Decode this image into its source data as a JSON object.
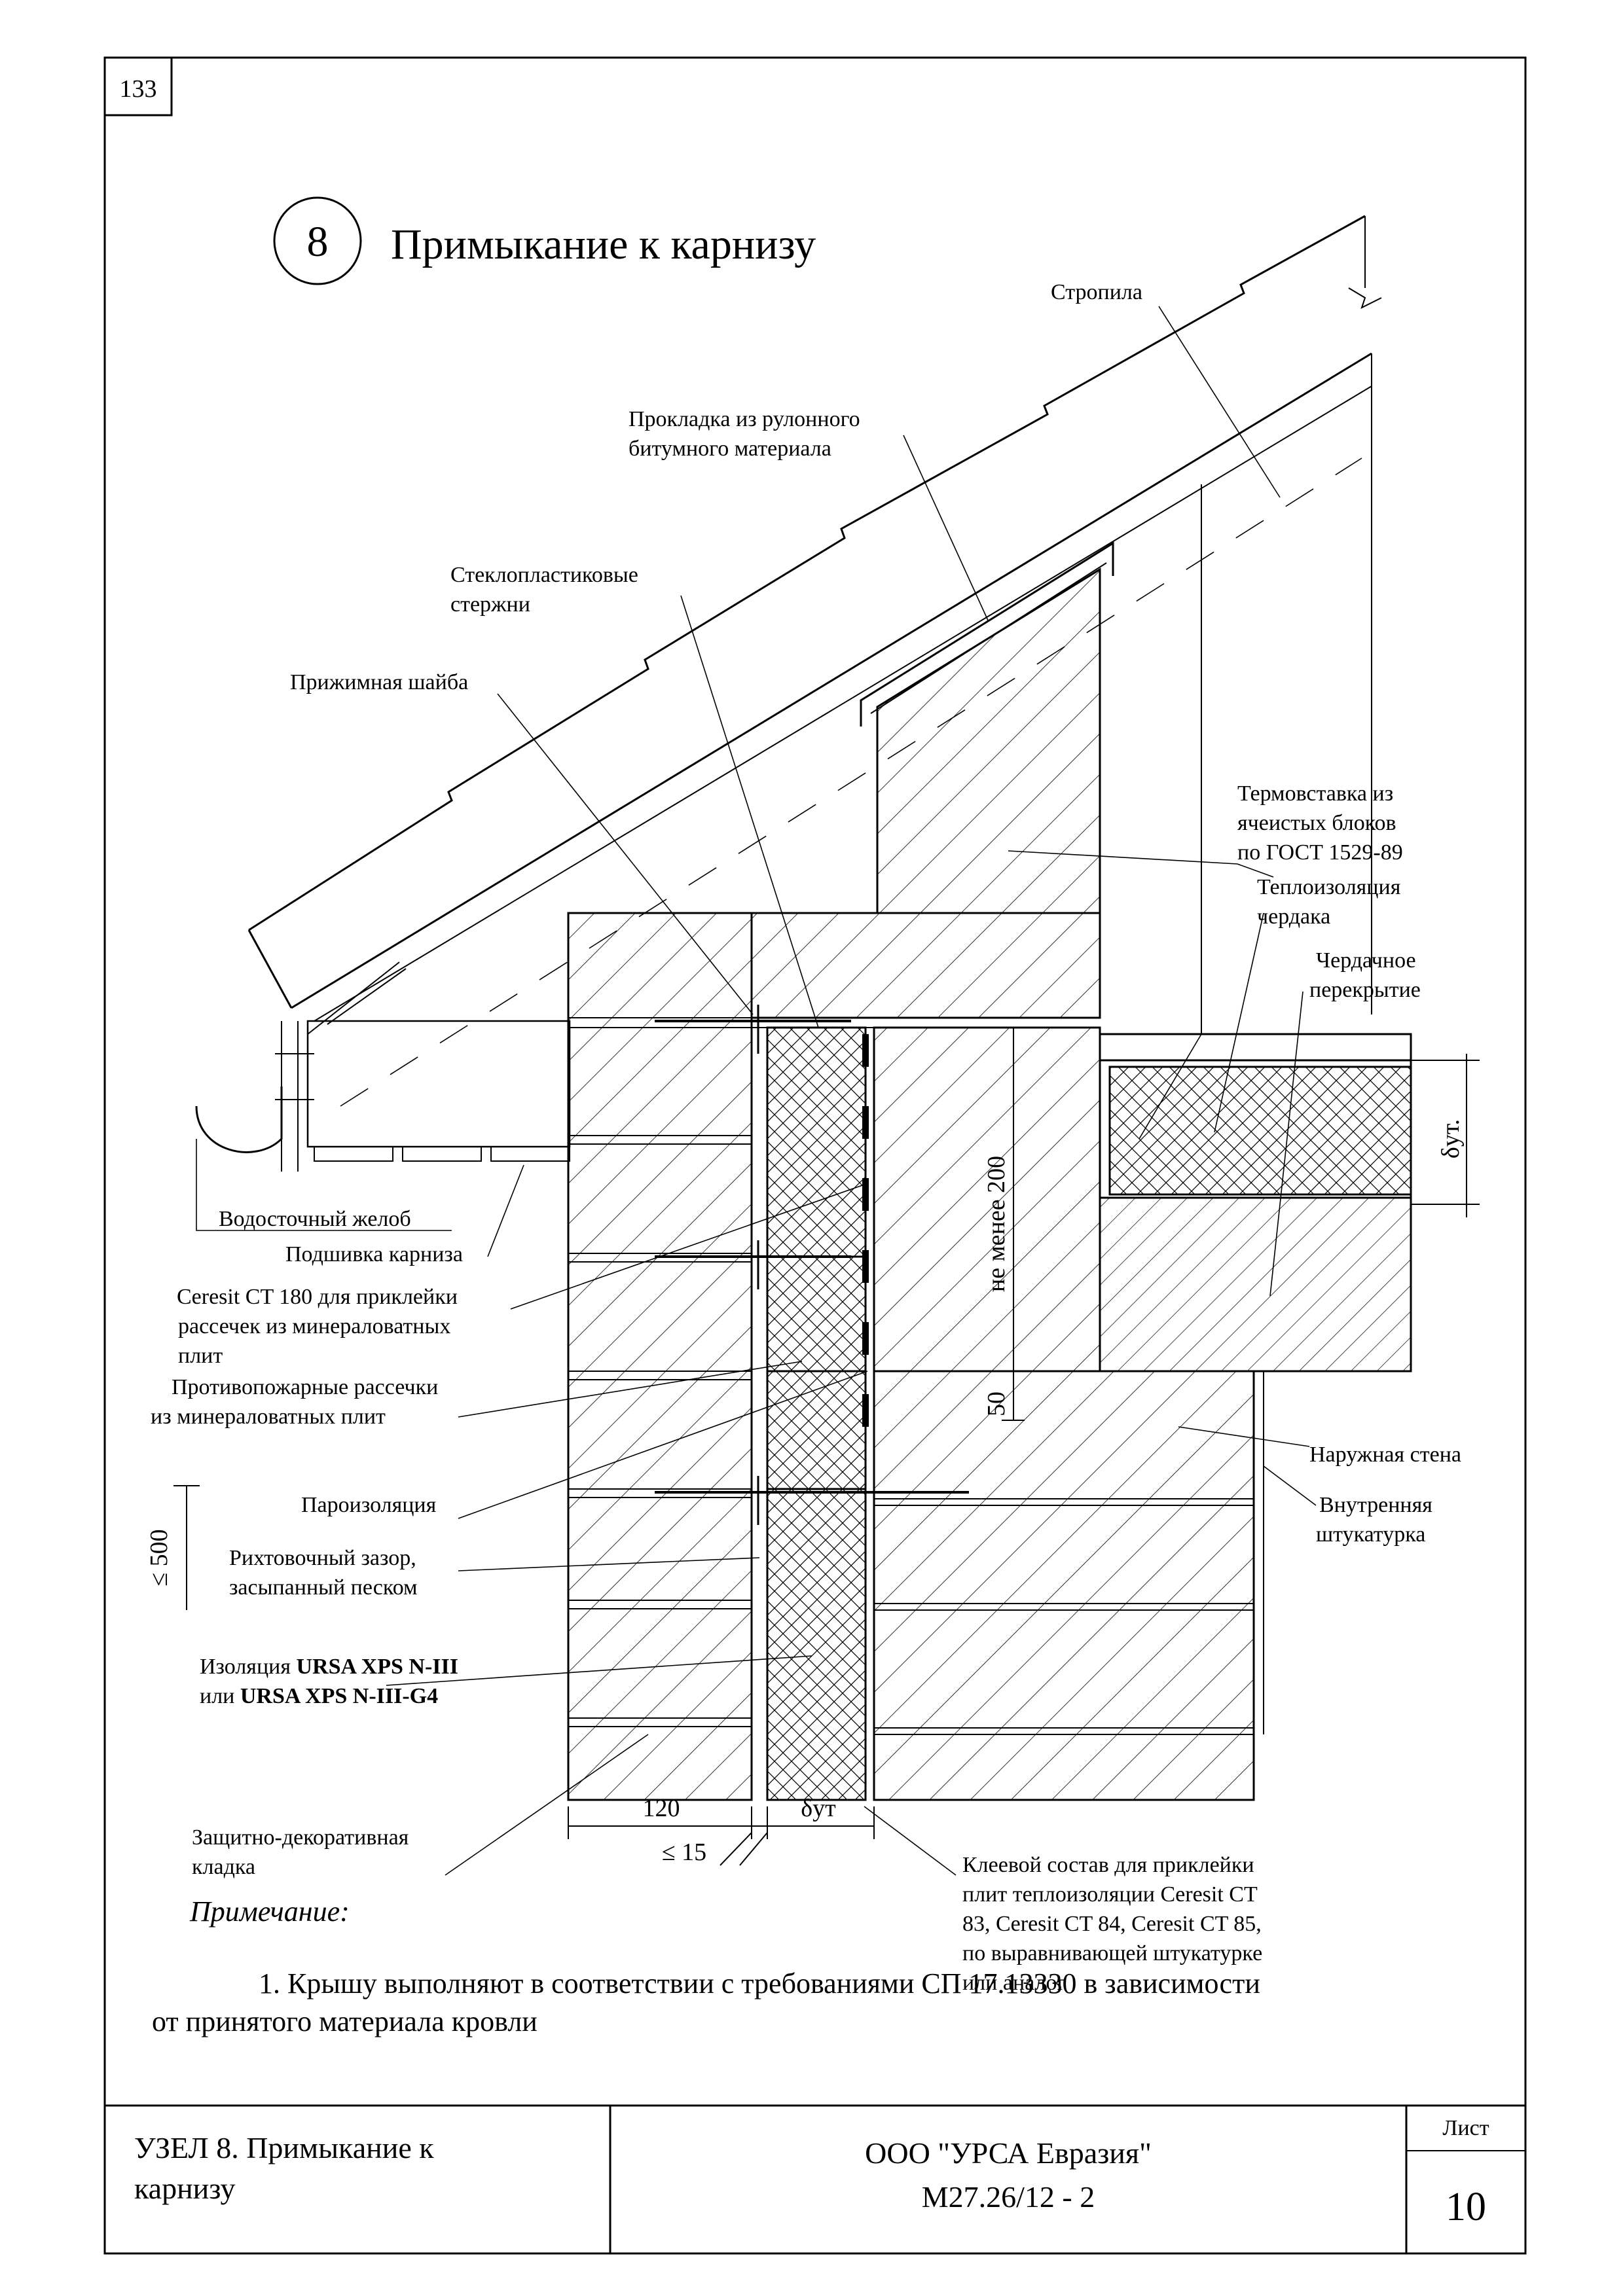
{
  "page_number": "133",
  "node": {
    "number": "8",
    "title": "Примыкание к карнизу"
  },
  "labels": {
    "rafters": "Стропила",
    "bitumen_gasket_line1": "Прокладка из рулонного",
    "bitumen_gasket_line2": "битумного материала",
    "fiberglass_rods_line1": "Стеклопластиковые",
    "fiberglass_rods_line2": "стержни",
    "pressure_washer": "Прижимная шайба",
    "thermal_insert_line1": "Термовставка из",
    "thermal_insert_line2": "ячеистых блоков",
    "thermal_insert_line3": "по ГОСТ 1529-89",
    "attic_insulation_line1": "Теплоизоляция",
    "attic_insulation_line2": "чердака",
    "attic_slab_line1": "Чердачное",
    "attic_slab_line2": "перекрытие",
    "gutter": "Водосточный желоб",
    "eaves_soffit": "Подшивка карниза",
    "ceresit180_line1": "Ceresit CT 180 для приклейки",
    "ceresit180_line2": "рассечек из минераловатных",
    "ceresit180_line3": "плит",
    "fire_breaks_line1": "Противопожарные рассечки",
    "fire_breaks_line2": "из минераловатных плит",
    "exterior_wall": "Наружная стена",
    "interior_plaster_line1": "Внутренняя",
    "interior_plaster_line2": "штукатурка",
    "vapor_barrier": "Пароизоляция",
    "leveling_gap_line1": "Рихтовочный зазор,",
    "leveling_gap_line2": "засыпанный  песком",
    "insulation_prefix": "Изоляция ",
    "insulation_product1": "URSA XPS N-III",
    "insulation_or": "или ",
    "insulation_product2": "URSA XPS N-III-G4",
    "protective_masonry_line1": "Защитно-декоративная",
    "protective_masonry_line2": "кладка",
    "adhesive_line1": "Клеевой состав для приклейки",
    "adhesive_line2": "плит теплоизоляции Ceresit CT",
    "adhesive_line3": "83, Ceresit CT 84, Ceresit CT 85,",
    "adhesive_line4": "по выравнивающей штукатурке",
    "adhesive_line5": "или аналог"
  },
  "dimensions": {
    "not_less_200": "не менее 200",
    "fifty": "50",
    "delta_ut_right": "δут.",
    "le_500": "≤ 500",
    "width_120": "120",
    "delta_ut_bottom": "δут",
    "le_15": "≤ 15"
  },
  "note": {
    "heading": "Примечание:",
    "line1": "1. Крышу выполняют в соответствии с требованиями СП 17.13330 в зависимости",
    "line2": "от принятого материала кровли"
  },
  "title_block": {
    "left_line1": "УЗЕЛ 8. Примыкание к",
    "left_line2": "карнизу",
    "org": "ООО \"УРСА Евразия\"",
    "code": "М27.26/12 - 2",
    "sheet_label": "Лист",
    "sheet_number": "10"
  }
}
